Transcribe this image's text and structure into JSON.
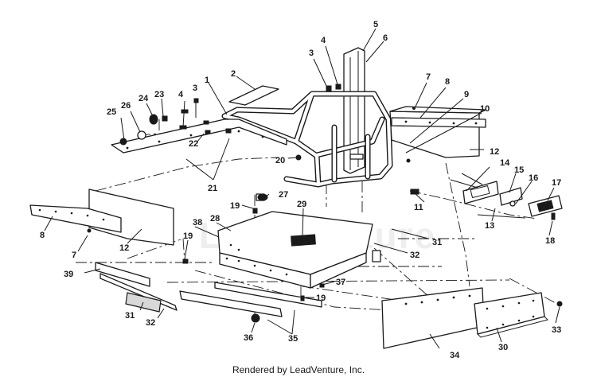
{
  "diagram": {
    "watermark": "LeadVenture",
    "footer": "Rendered by LeadVenture, Inc.",
    "callouts": {
      "c1": "1",
      "c2": "2",
      "c3a": "3",
      "c3b": "3",
      "c4a": "4",
      "c4b": "4",
      "c5": "5",
      "c6": "6",
      "c7a": "7",
      "c7b": "7",
      "c8a": "8",
      "c8b": "8",
      "c9": "9",
      "c10": "10",
      "c11": "11",
      "c12a": "12",
      "c12b": "12",
      "c13": "13",
      "c14": "14",
      "c15": "15",
      "c16": "16",
      "c17": "17",
      "c18": "18",
      "c19a": "19",
      "c19b": "19",
      "c19c": "19",
      "c20": "20",
      "c21": "21",
      "c22": "22",
      "c23": "23",
      "c24": "24",
      "c25": "25",
      "c26": "26",
      "c27": "27",
      "c28": "28",
      "c29": "29",
      "c30": "30",
      "c31a": "31",
      "c31b": "31",
      "c32a": "32",
      "c32b": "32",
      "c33": "33",
      "c34": "34",
      "c35": "35",
      "c36": "36",
      "c37": "37",
      "c38": "38",
      "c39": "39"
    }
  }
}
